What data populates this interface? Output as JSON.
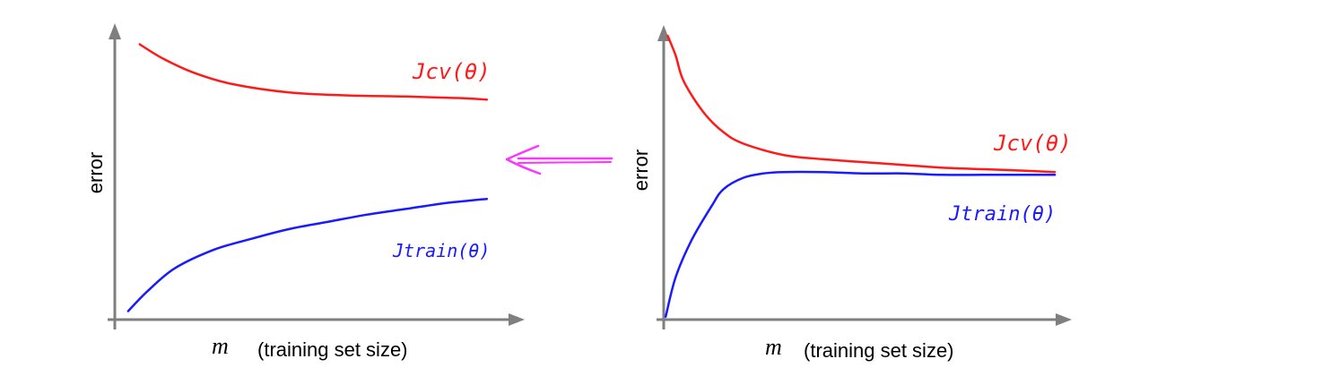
{
  "colors": {
    "axis": "#7f7f7f",
    "cv_curve": "#ff1a1a",
    "train_curve": "#1a1aff",
    "arrow": "#ff33ff",
    "text": "#000000"
  },
  "arrow_icon": "left-arrow-icon",
  "chart_data": [
    {
      "type": "line",
      "ylabel": "error",
      "xlabel_var": "m",
      "xlabel_text": "(training set size)",
      "xlim": [
        0,
        100
      ],
      "ylim": [
        0,
        100
      ],
      "series": [
        {
          "name": "Jcv(θ)",
          "x": [
            6,
            12,
            20,
            30,
            45,
            60,
            75,
            90,
            96
          ],
          "y": [
            97,
            92,
            87,
            83,
            80,
            79,
            78.6,
            78,
            77.5
          ]
        },
        {
          "name": "Jtrain(θ)",
          "x": [
            3,
            8,
            15,
            25,
            35,
            45,
            55,
            65,
            75,
            85,
            92,
            96
          ],
          "y": [
            3,
            10,
            18,
            24.5,
            28.5,
            32,
            34.5,
            37,
            39,
            41,
            42,
            42.5
          ]
        }
      ]
    },
    {
      "type": "line",
      "ylabel": "error",
      "xlabel_var": "m",
      "xlabel_text": "(training set size)",
      "xlim": [
        0,
        100
      ],
      "ylim": [
        0,
        100
      ],
      "series": [
        {
          "name": "Jcv(θ)",
          "x": [
            1,
            3,
            5,
            10,
            15,
            20,
            30,
            40,
            50,
            60,
            70,
            80,
            90,
            98
          ],
          "y": [
            100,
            93,
            84,
            73,
            66,
            62,
            58,
            56.5,
            55.5,
            54.5,
            53.5,
            53,
            52.5,
            52
          ]
        },
        {
          "name": "Jtrain(θ)",
          "x": [
            0.5,
            3,
            7,
            12,
            15,
            20,
            25,
            30,
            40,
            50,
            60,
            70,
            80,
            90,
            98
          ],
          "y": [
            1,
            15,
            28,
            40,
            46,
            50,
            51.5,
            52,
            52,
            51.5,
            51.5,
            51,
            51,
            51,
            51
          ]
        }
      ]
    }
  ]
}
